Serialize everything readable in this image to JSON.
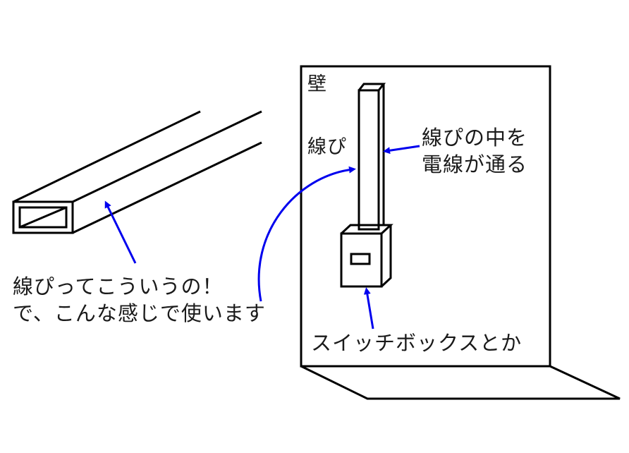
{
  "labels": {
    "wall": "壁",
    "molding_tag": "線ぴ",
    "wire_note_line1": "線ぴの中を",
    "wire_note_line2": "電線が通る",
    "explain_line1": "線ぴってこういうの！",
    "explain_line2": "で、こんな感じで使います",
    "switch_box": "スイッチボックスとか"
  },
  "colors": {
    "line": "#000000",
    "arrow": "#0000ee",
    "background": "#ffffff",
    "text": "#1a1a1a"
  }
}
